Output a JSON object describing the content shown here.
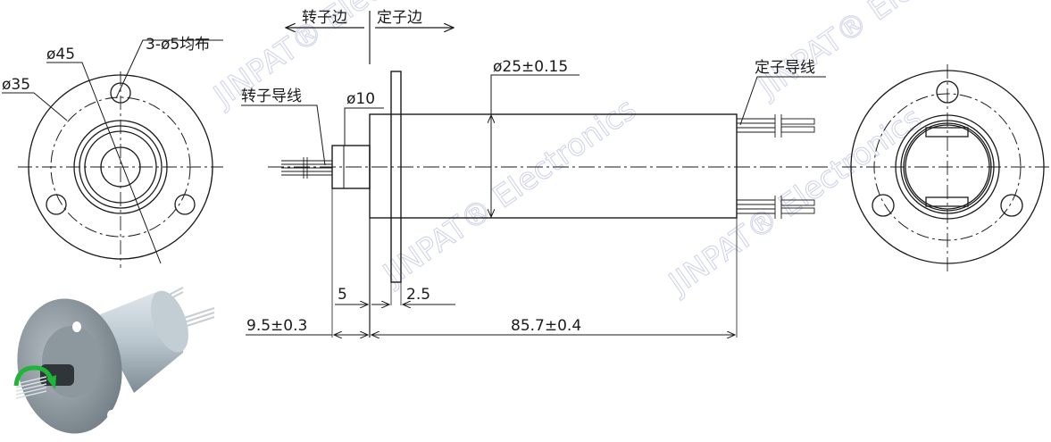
{
  "drawing": {
    "title": "Slip ring dimension drawing",
    "side_labels": {
      "rotor_side": "转子边",
      "stator_side": "定子边"
    },
    "leader_labels": {
      "rotor_wires": "转子导线",
      "stator_wires": "定子导线",
      "mount_holes": "3-ø5均布"
    },
    "front_view_dims": {
      "outer_diameter": "ø45",
      "pitch_circle": "ø35"
    },
    "side_view_dims": {
      "shaft_diameter": "ø10",
      "body_diameter": "ø25±0.15",
      "shaft_step": "5",
      "flange_thickness": "2.5",
      "rotor_length": "9.5±0.3",
      "body_length": "85.7±0.4"
    },
    "watermark": {
      "brand": "JINPAT",
      "suffix": "Electronics",
      "mark": "®"
    },
    "colors": {
      "line": "#1a1a1a",
      "watermark": "#c9cbe6",
      "rotation_arrow": "#1fb53a",
      "body": "#b8c4cc"
    }
  }
}
